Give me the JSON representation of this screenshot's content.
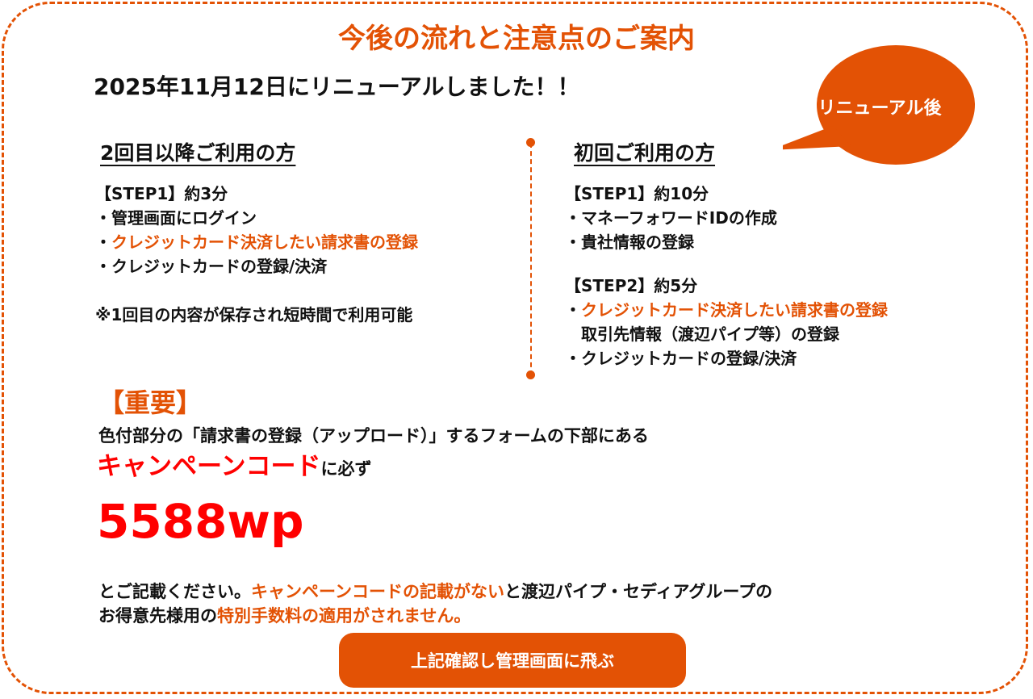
{
  "title": "今後の流れと注意点のご案内",
  "renewal_notice": "2025年11月12日にリニューアルしました！！",
  "bubble_label": "リニューアル後",
  "returning": {
    "heading": "2回目以降ご利用の方",
    "step1": "【STEP1】約3分",
    "items": [
      "・管理画面にログイン",
      "クレジットカード決済したい請求書の登録",
      "・クレジットカードの登録/決済"
    ],
    "bullet": "・",
    "note": "※1回目の内容が保存され短時間で利用可能"
  },
  "first_time": {
    "heading": "初回ご利用の方",
    "step1": "【STEP1】約10分",
    "step1_items": [
      "・マネーフォワードIDの作成",
      "・貴社情報の登録"
    ],
    "step2": "【STEP2】約5分",
    "step2_highlight": "クレジットカード決済したい請求書の登録",
    "step2_sub": "取引先情報（渡辺パイプ等）の登録",
    "step2_last": "・クレジットカードの登録/決済",
    "bullet": "・"
  },
  "important": {
    "label": "【重要】",
    "line1": "色付部分の「請求書の登録（アップロード）」するフォームの下部にある",
    "campaign_label": "キャンペーンコード",
    "must": "に必ず",
    "code": "5588wp",
    "tail1_a": "とご記載ください。",
    "tail1_b": "キャンペーンコードの記載がない",
    "tail1_c": "と渡辺パイプ・セディアグループの",
    "tail2_a": "お得意先様用の",
    "tail2_b": "特別手数料の適用がされません。"
  },
  "button_label": "上記確認し管理画面に飛ぶ",
  "colors": {
    "accent": "#E35205",
    "alert": "#FF0000"
  }
}
